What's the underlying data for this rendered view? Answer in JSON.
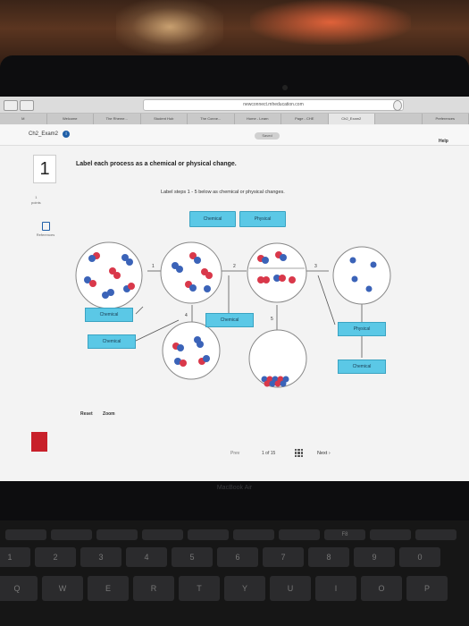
{
  "browser": {
    "url": "newconnect.mheducation.com",
    "tabs": [
      "M",
      "Welcome",
      "The Rheme...",
      "Student Hub",
      "The Conne...",
      "Home - Learn",
      "Page - CHE",
      "Ch2_Exam2",
      "",
      "Preferences"
    ]
  },
  "app": {
    "exam_name": "Ch2_Exam2",
    "info_icon": "i",
    "saved_label": "Saved",
    "help_label": "Help"
  },
  "question": {
    "number": "1",
    "points_value": "1",
    "points_label": "points",
    "references_label": "References",
    "prompt": "Label each process as a chemical or physical change.",
    "instruction": "Label steps 1 - 5 below as chemical or physical changes."
  },
  "word_bank": [
    "Chemical",
    "Physical"
  ],
  "steps": [
    {
      "step": "1",
      "label": "Chemical"
    },
    {
      "step": "2",
      "label": "Chemical"
    },
    {
      "step": "3",
      "label": "Physical"
    },
    {
      "step": "4",
      "label": "Chemical"
    },
    {
      "step": "5",
      "label": "Chemical"
    }
  ],
  "controls": {
    "reset": "Reset",
    "zoom": "Zoom"
  },
  "pager": {
    "prev": "Prev",
    "page": "1 of 15",
    "next": "Next"
  },
  "device": {
    "brand": "MacBook Air"
  },
  "keyboard": {
    "row1": [
      "",
      "",
      "",
      "",
      "",
      "",
      "",
      "F8",
      "",
      ""
    ],
    "row2": [
      "1",
      "2",
      "3",
      "4",
      "5",
      "6",
      "7",
      "8",
      "9",
      "0"
    ],
    "row3": [
      "Q",
      "W",
      "E",
      "R",
      "T",
      "Y",
      "U",
      "I",
      "O",
      "P"
    ]
  },
  "colors": {
    "chip": "#5bc8e6",
    "red_atom": "#d9384a",
    "blue_atom": "#3b63b8"
  }
}
